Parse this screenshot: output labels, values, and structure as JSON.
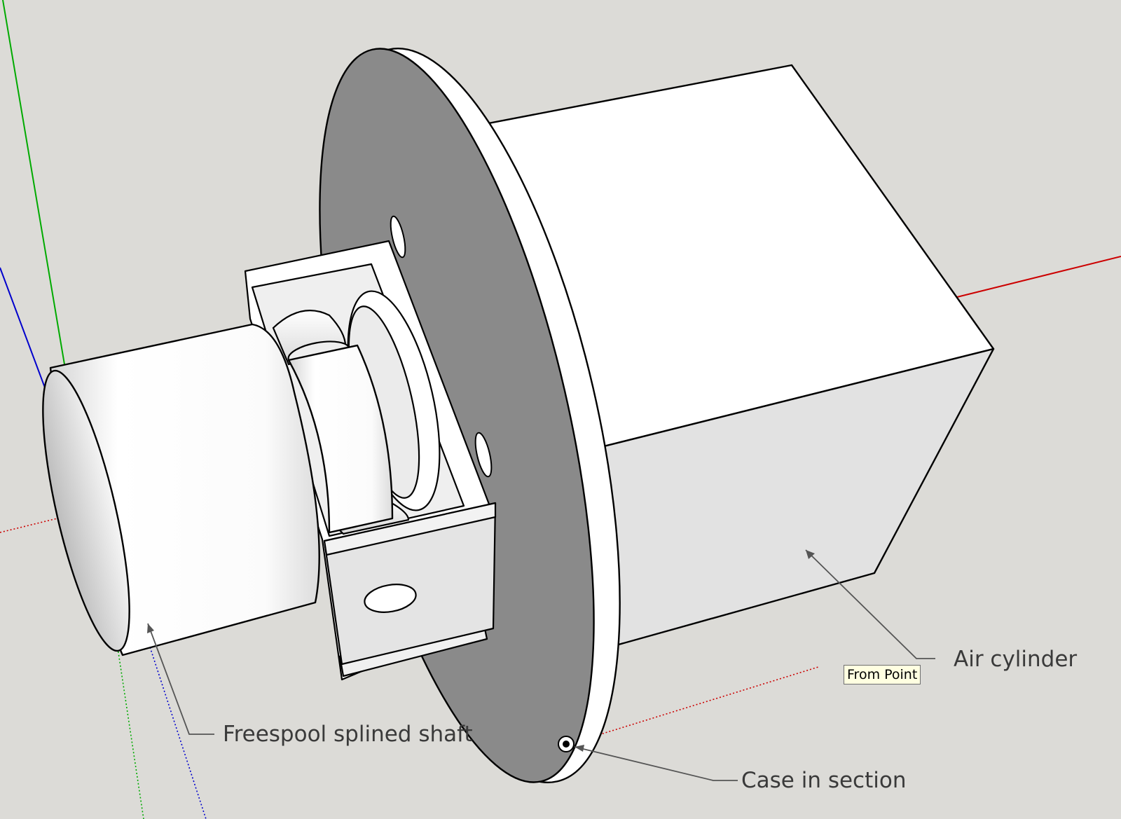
{
  "labels": {
    "air_cylinder": "Air cylinder",
    "freespool_shaft": "Freespool splined shaft",
    "case_in_section": "Case in section"
  },
  "tooltip": {
    "text": "From Point"
  },
  "colors": {
    "background": "#dcdbd7",
    "face_white": "#ffffff",
    "face_light": "#e2e2e2",
    "section_face": "#8a8a8a",
    "edge": "#000000",
    "axis_red": "#cc0000",
    "axis_green": "#00aa00",
    "axis_blue": "#0000cc",
    "leader": "#555555",
    "tooltip_bg": "#ffffe1"
  }
}
